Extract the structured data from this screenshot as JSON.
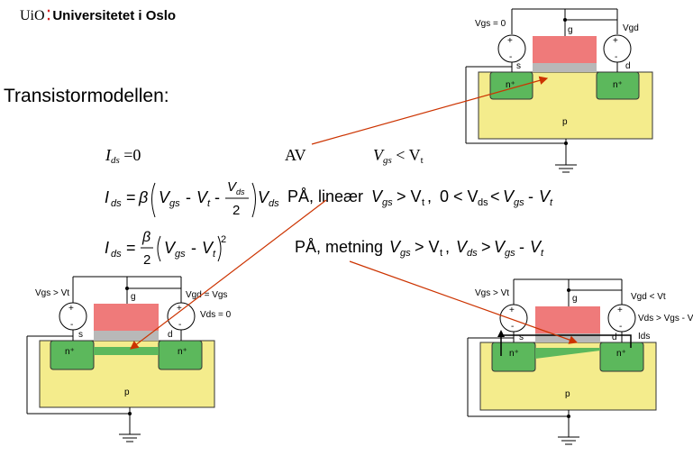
{
  "header": {
    "uio": "UiO",
    "university": "Universitetet i Oslo"
  },
  "page_title": "Transistormodellen:",
  "equations": [
    {
      "lhs": "I",
      "lhs_sub": "ds",
      "rhs": "=0",
      "region": "AV",
      "cond_var": "V",
      "cond_sub": "gs",
      "cond_op": "< V",
      "cond_end_sub": "t"
    },
    {
      "lhs": "I",
      "lhs_sub": "ds",
      "region": "PÅ, lineær",
      "cond": "V_gs > V_t , 0 < V_ds < V_gs - V_t"
    },
    {
      "lhs": "I",
      "lhs_sub": "ds",
      "region": "PÅ, metning",
      "cond": "V_gs > V_t , V_ds > V_gs - V_t"
    }
  ],
  "diagrams": {
    "off": {
      "vgs": "Vgs = 0",
      "vgd": "Vgd",
      "gate": "g",
      "source": "s",
      "drain": "d",
      "n_left": "n⁺",
      "n_right": "n⁺",
      "substrate": "p"
    },
    "linear": {
      "vgs": "Vgs > Vt",
      "vgd": "Vgd = Vgs",
      "vds": "Vds = 0",
      "gate": "g",
      "source": "s",
      "drain": "d",
      "n_left": "n⁺",
      "n_right": "n⁺",
      "substrate": "p"
    },
    "saturation": {
      "vgs": "Vgs > Vt",
      "vgd": "Vgd <  Vt",
      "vds": "Vds > Vgs - Vt",
      "ids": "Ids",
      "gate": "g",
      "source": "s",
      "drain": "d",
      "n_left": "n⁺",
      "n_right": "n⁺",
      "substrate": "p"
    }
  },
  "colors": {
    "gate": "#ef7a7a",
    "oxide": "#b8b8b8",
    "n_region": "#5cb85c",
    "substrate": "#f4ec8c",
    "arrow": "#cc3300",
    "logo_dots": "#d62020"
  }
}
